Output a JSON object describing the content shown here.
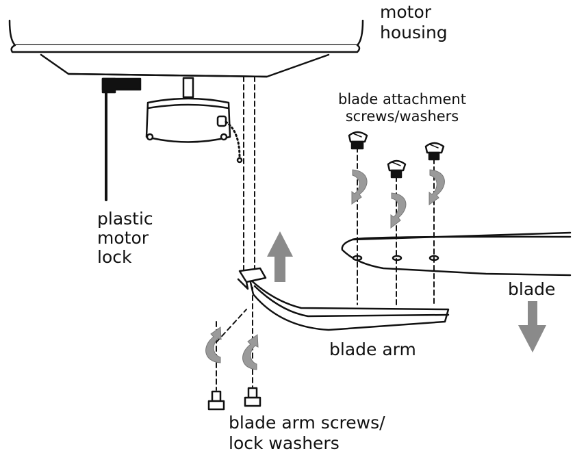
{
  "labels": {
    "motor_housing": [
      "motor",
      "housing"
    ],
    "blade_attachment": [
      "blade attachment",
      "screws/washers"
    ],
    "plastic_motor_lock": [
      "plastic",
      "motor",
      "lock"
    ],
    "blade": "blade",
    "blade_arm": "blade arm",
    "blade_arm_screws": [
      "blade arm screws/",
      "lock washers"
    ]
  },
  "colors": {
    "line": "#111111",
    "arrow_gray": "#8a8a8a",
    "twist_arrow_gray": "#9a9a9a",
    "fill": "#ffffff"
  }
}
